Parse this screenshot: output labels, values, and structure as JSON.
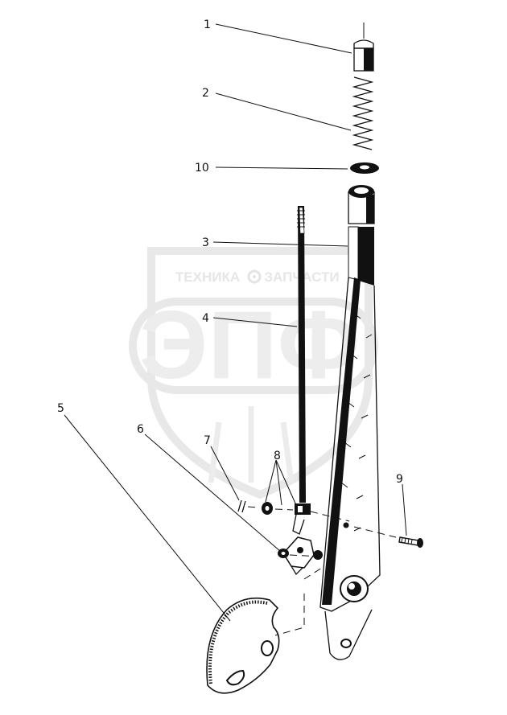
{
  "watermark": {
    "top_left": "ТЕХНИКА",
    "top_right": "ЗАПЧАСТИ",
    "big": "ЭПФ"
  },
  "callouts": [
    {
      "id": "label-1",
      "text": "1"
    },
    {
      "id": "label-2",
      "text": "2"
    },
    {
      "id": "label-10",
      "text": "10"
    },
    {
      "id": "label-3",
      "text": "3"
    },
    {
      "id": "label-4",
      "text": "4"
    },
    {
      "id": "label-5",
      "text": "5"
    },
    {
      "id": "label-6",
      "text": "6"
    },
    {
      "id": "label-7",
      "text": "7"
    },
    {
      "id": "label-8",
      "text": "8"
    },
    {
      "id": "label-9",
      "text": "9"
    }
  ],
  "colors": {
    "ink": "#111111",
    "watermark": "#e6e6e6",
    "background": "#ffffff"
  }
}
